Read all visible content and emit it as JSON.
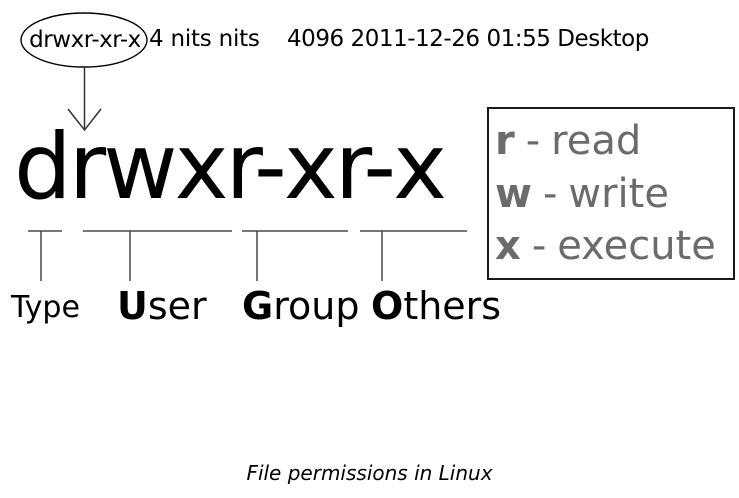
{
  "listing_line": {
    "permissions": "drwxr-xr-x",
    "links_owner_group": "4 nits nits",
    "size_date_time_name": "4096 2011-12-26 01:55 Desktop"
  },
  "diagram": {
    "permission_string": "drwxr-xr-x",
    "segment_labels": {
      "type": {
        "first": "",
        "rest": "Type"
      },
      "user": {
        "first": "U",
        "rest": "ser"
      },
      "group": {
        "first": "G",
        "rest": "roup"
      },
      "others": {
        "first": "O",
        "rest": "thers"
      }
    }
  },
  "legend": {
    "items": [
      {
        "letter": "r",
        "separator": "-",
        "meaning": "read"
      },
      {
        "letter": "w",
        "separator": "-",
        "meaning": "write"
      },
      {
        "letter": "x",
        "separator": "-",
        "meaning": "execute"
      }
    ]
  },
  "caption": "File permissions in Linux",
  "colors": {
    "text": "#000000",
    "legend_text": "#6b6b6b",
    "legend_border": "#1a1a1a",
    "bracket_horizontal": "#787878",
    "bracket_vertical": "#3c3c3c",
    "arrow": "#333333"
  }
}
